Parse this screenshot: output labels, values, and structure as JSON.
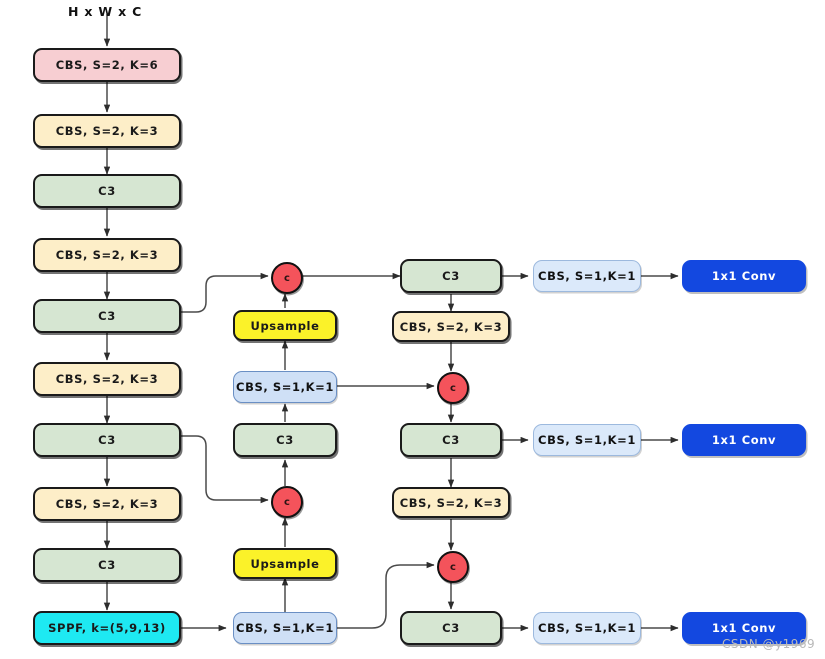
{
  "diagram": {
    "title_label": "H x W x C",
    "watermark": "CSDN @y1969",
    "concat_label": "c",
    "colors": {
      "pink": "#f7ced2",
      "cream": "#fdeec8",
      "green": "#d6e6d2",
      "yellow": "#fbf229",
      "cyan": "#1ee9f2",
      "blue_mid": "#cfe0f6",
      "blue_head": "#dbe9fa",
      "conv_blue": "#1348e0",
      "concat_red": "#f4535b",
      "stroke": "#1a1a1a"
    }
  },
  "backbone": [
    {
      "label": "CBS,  S=2,  K=6"
    },
    {
      "label": "CBS,  S=2,  K=3"
    },
    {
      "label": "C3"
    },
    {
      "label": "CBS,  S=2,  K=3"
    },
    {
      "label": "C3"
    },
    {
      "label": "CBS,  S=2,  K=3"
    },
    {
      "label": "C3"
    },
    {
      "label": "CBS,  S=2,  K=3"
    },
    {
      "label": "C3"
    },
    {
      "label": "SPPF,  k=(5,9,13)"
    }
  ],
  "neck": [
    {
      "label": "Upsample"
    },
    {
      "label": "CBS,  S=1,K=1"
    },
    {
      "label": "C3"
    },
    {
      "label": "Upsample"
    },
    {
      "label": "CBS,  S=1,K=1"
    }
  ],
  "head_column": [
    {
      "label": "C3"
    },
    {
      "label": "CBS,  S=2,  K=3"
    },
    {
      "label": "C3"
    },
    {
      "label": "CBS,  S=2,  K=3"
    },
    {
      "label": "C3"
    }
  ],
  "detect": [
    {
      "cbs": "CBS,  S=1,K=1",
      "conv": "1x1 Conv"
    },
    {
      "cbs": "CBS,  S=1,K=1",
      "conv": "1x1 Conv"
    },
    {
      "cbs": "CBS,  S=1,K=1",
      "conv": "1x1 Conv"
    }
  ],
  "concats": [
    {
      "label": "c"
    },
    {
      "label": "c"
    },
    {
      "label": "c"
    },
    {
      "label": "c"
    }
  ]
}
